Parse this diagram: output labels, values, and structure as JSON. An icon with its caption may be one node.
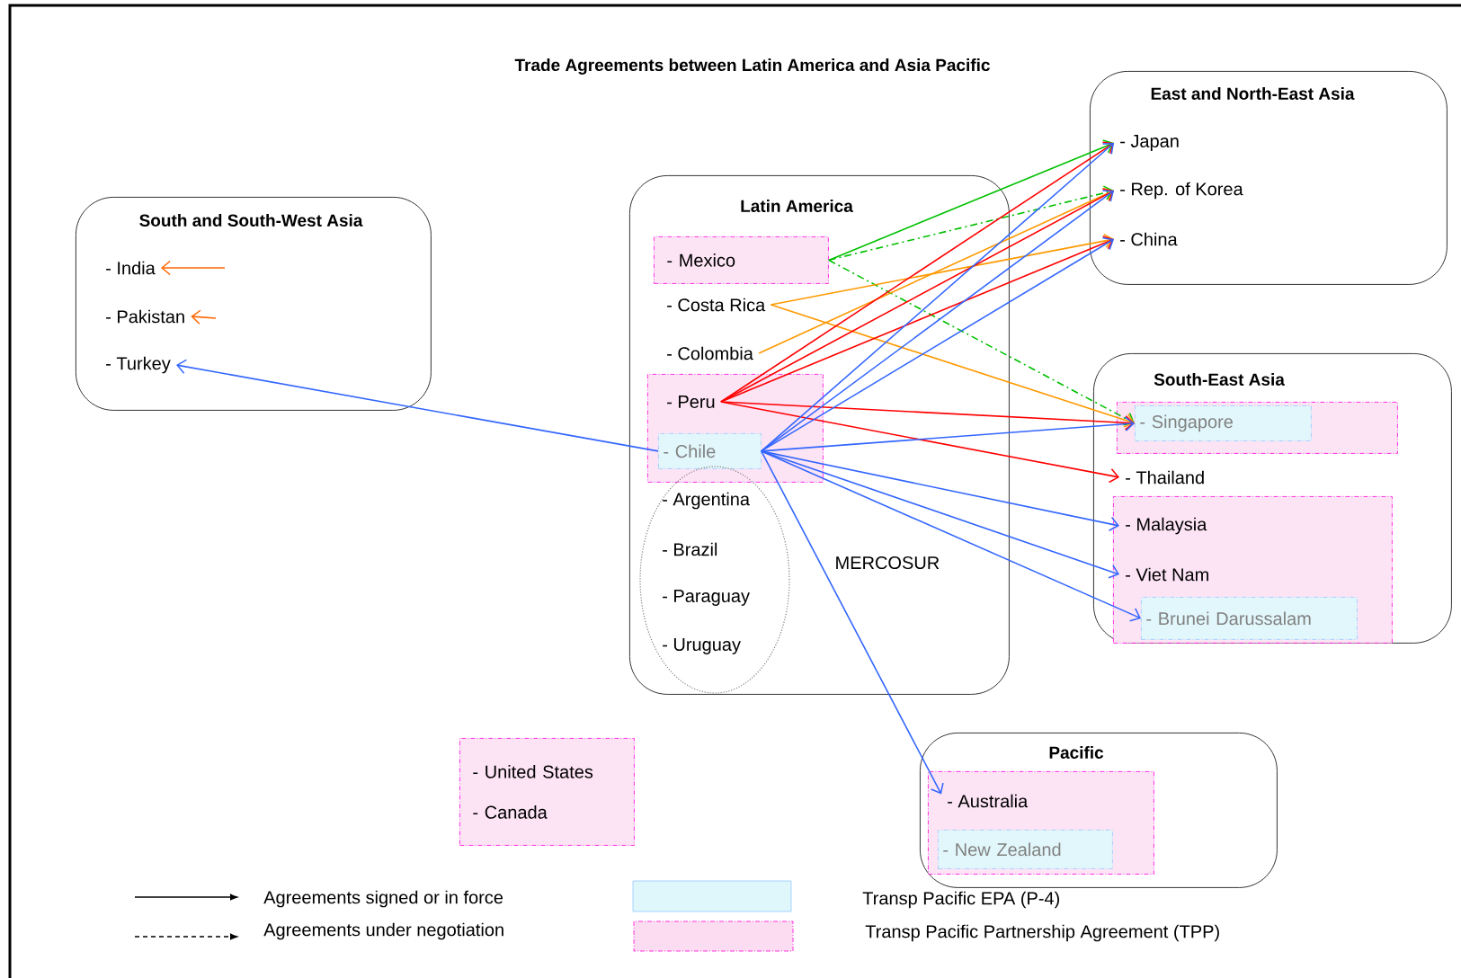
{
  "diagram": {
    "title": "Trade Agreements between Latin America and Asia Pacific",
    "nodes": [
      {
        "text": [
          "Latin America"
        ]
      },
      {
        "text": [
          "- Mexico"
        ],
        "in": 0
      },
      {
        "text": [
          "- Costa Rica"
        ],
        "in": 0
      },
      {
        "text": [
          "- Colombia"
        ],
        "in": 0
      },
      {
        "text": [],
        "shape": "box",
        "in": 0
      },
      {
        "text": [
          "- Peru"
        ],
        "in": 4
      },
      {
        "text": [
          "- Chile"
        ],
        "in": 4
      },
      {
        "text": [],
        "shape": "ellipse",
        "beside": [
          "MERCOSUR"
        ],
        "in": 0
      },
      {
        "text": [
          "-  Argentina"
        ],
        "in": 7
      },
      {
        "text": [
          "-  Brazil"
        ],
        "in": 7
      },
      {
        "text": [
          "-  Paraguay"
        ],
        "in": 7
      },
      {
        "text": [
          "- Uruguay"
        ],
        "in": 7
      },
      {
        "text": [
          "East and North-East Asia"
        ]
      },
      {
        "text": [
          "- Japan"
        ],
        "in": 12
      },
      {
        "text": [
          "- Rep. of Korea"
        ],
        "in": 12
      },
      {
        "text": [
          "- China"
        ],
        "in": 12
      },
      {
        "text": [
          "South-East Asia"
        ]
      },
      {
        "text": [],
        "shape": "box",
        "in": 16
      },
      {
        "text": [
          "- Singapore"
        ],
        "in": 17
      },
      {
        "text": [
          "- Thailand"
        ],
        "in": 16
      },
      {
        "text": [],
        "shape": "box",
        "in": 16
      },
      {
        "text": [
          "- Malaysia"
        ],
        "in": 20
      },
      {
        "text": [
          "- Viet Nam"
        ],
        "in": 20
      },
      {
        "text": [
          "- Brunei Darussalam"
        ],
        "in": 20
      },
      {
        "text": [
          "Pacific"
        ]
      },
      {
        "text": [],
        "shape": "box",
        "in": 24
      },
      {
        "text": [
          "- Australia"
        ],
        "in": 25
      },
      {
        "text": [
          "- New Zealand"
        ],
        "in": 25
      },
      {
        "text": [
          "South and South-West Asia"
        ]
      },
      {
        "text": [
          "- India"
        ],
        "in": 28
      },
      {
        "text": [
          "- Pakistan"
        ],
        "in": 28
      },
      {
        "text": [
          "- Turkey"
        ],
        "in": 28
      },
      {
        "text": [
          "- United States",
          "- Canada"
        ]
      }
    ],
    "edges": [
      {
        "from": 1,
        "to": 13,
        "arrow": "to",
        "color": "#00c000"
      },
      {
        "from": 1,
        "to": 14,
        "arrow": "to",
        "style": "dashed",
        "color": "#00c000"
      },
      {
        "from": 1,
        "to": 18,
        "arrow": "to",
        "style": "dashed",
        "color": "#00c000"
      },
      {
        "from": 2,
        "to": 15,
        "arrow": "to",
        "color": "#ff9900"
      },
      {
        "from": 2,
        "to": 18,
        "arrow": "to",
        "color": "#ff9900"
      },
      {
        "from": 3,
        "to": 14,
        "arrow": "to",
        "color": "#ff9900"
      },
      {
        "from": 5,
        "to": 13,
        "arrow": "to",
        "color": "#ff0000"
      },
      {
        "from": 5,
        "to": 14,
        "arrow": "to",
        "color": "#ff0000"
      },
      {
        "from": 5,
        "to": 15,
        "arrow": "to",
        "color": "#ff0000"
      },
      {
        "from": 5,
        "to": 18,
        "arrow": "to",
        "color": "#ff0000"
      },
      {
        "from": 5,
        "to": 19,
        "arrow": "to",
        "color": "#ff0000"
      },
      {
        "from": 6,
        "to": 13,
        "arrow": "to"
      },
      {
        "from": 6,
        "to": 14,
        "arrow": "to"
      },
      {
        "from": 6,
        "to": 15,
        "arrow": "to"
      },
      {
        "from": 6,
        "to": 18,
        "arrow": "to"
      },
      {
        "from": 6,
        "to": 21,
        "arrow": "to"
      },
      {
        "from": 6,
        "to": 22,
        "arrow": "to"
      },
      {
        "from": 6,
        "to": 23,
        "arrow": "to"
      },
      {
        "from": 6,
        "to": 26,
        "arrow": "to"
      },
      {
        "from": 6,
        "to": 31,
        "arrow": "to"
      },
      {
        "from": null,
        "to": 29,
        "arrow": "to",
        "color": "#ff6600"
      },
      {
        "from": null,
        "to": 30,
        "arrow": "to",
        "color": "#ff6600"
      }
    ],
    "legend": [
      {
        "text": "Agreements signed or in force"
      },
      {
        "text": "Agreements under negotiation"
      },
      {
        "text": "Transp Pacific EPA (P-4)",
        "color": "#dff7fb"
      },
      {
        "text": "Transp Pacific Partnership Agreement (TPP)",
        "color": "#fcdcf1"
      }
    ]
  }
}
